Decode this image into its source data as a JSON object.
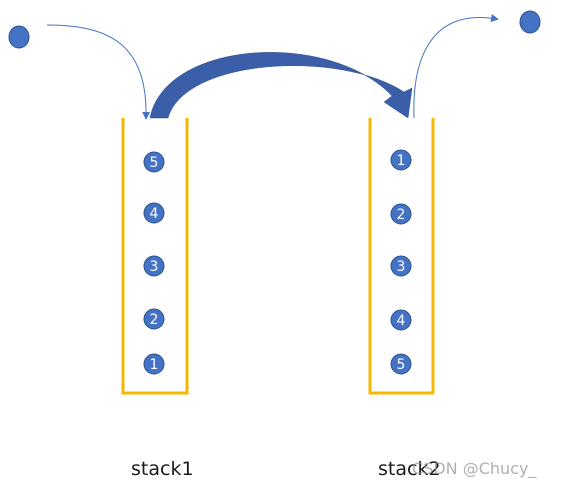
{
  "colors": {
    "stack_outline": "#F5B800",
    "ball_fill": "#4472C4",
    "ball_stroke": "#2F528F",
    "arrow_fill": "#3A5FA8",
    "thin_arrow": "#4472C4"
  },
  "stack1": {
    "label": "stack1",
    "items": [
      "5",
      "4",
      "3",
      "2",
      "1"
    ]
  },
  "stack2": {
    "label": "stack2",
    "items": [
      "1",
      "2",
      "3",
      "4",
      "5"
    ]
  },
  "watermark": "CSDN @Chucy_"
}
